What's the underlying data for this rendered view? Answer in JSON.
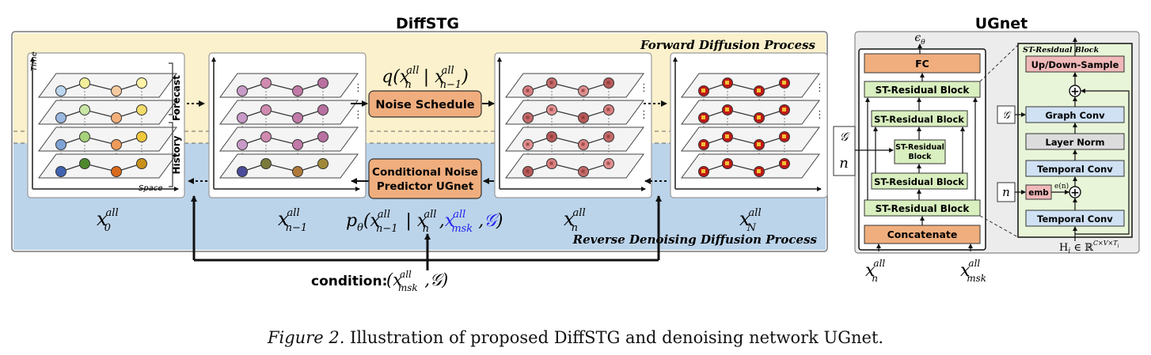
{
  "titles": {
    "diffstg": "DiffSTG",
    "ugnet": "UGnet"
  },
  "process_labels": {
    "forward": "Forward Diffusion Process",
    "reverse": "Reverse Denoising Diffusion Process"
  },
  "axis_labels": {
    "time": "Time",
    "space": "Space",
    "forecast": "Forecast",
    "history": "History"
  },
  "blocks": {
    "noise_schedule": "Noise Schedule",
    "predictor_line1": "Conditional Noise",
    "predictor_line2": "Predictor UGnet"
  },
  "formulas": {
    "q_prefix": "q(x",
    "q_sub_n": "n",
    "q_sup": "all",
    "q_bar": " | x",
    "q_sub_n1": "n−1",
    "q_close": ")",
    "p_prefix": "p",
    "p_theta": "θ",
    "p_open": "(x",
    "p_sub_n1": "n−1",
    "p_bar": " | x",
    "p_sub_n": "n",
    "p_comma": " ,",
    "p_msk_x": "x",
    "p_msk_sup": "all",
    "p_msk_sub": "msk",
    "p_g": "𝒢",
    "p_close": ")",
    "condition_label": "condition:",
    "condition_open": "(x",
    "condition_sup": "all",
    "condition_sub": "msk",
    "condition_rest": " ,𝒢)"
  },
  "stack_labels": [
    {
      "main": "x",
      "sup": "all",
      "sub": "0"
    },
    {
      "main": "x",
      "sup": "all",
      "sub": "n−1"
    },
    {
      "main": "x",
      "sup": "all",
      "sub": "n"
    },
    {
      "main": "x",
      "sup": "all",
      "sub": "N"
    }
  ],
  "ugnet": {
    "epsilon_main": "ϵ",
    "epsilon_sub": "θ",
    "fc": "FC",
    "st_residual_block": "ST-Residual Block",
    "st_residual_inner_1": "ST-Residual",
    "st_residual_inner_2": "Block",
    "concatenate": "Concatenate",
    "g_symbol": "𝒢",
    "n_symbol": "n",
    "input_xn_main": "x",
    "input_xn_sup": "all",
    "input_xn_sub": "n",
    "input_xmsk_main": "x",
    "input_xmsk_sup": "all",
    "input_xmsk_sub": "msk"
  },
  "st_block": {
    "title": "ST-Residual Block",
    "up_down": "Up/Down-Sample",
    "graph_conv": "Graph Conv",
    "layer_norm": "Layer Norm",
    "temporal_conv_top": "Temporal Conv",
    "emb": "emb",
    "en_label": "e(n)",
    "temporal_conv_bottom": "Temporal Conv",
    "g_symbol": "𝒢",
    "n_symbol": "n",
    "plus": "+",
    "h_label": "H",
    "h_sub": "i",
    "h_rest": " ∈ ℝ",
    "h_sup": "C×V×T",
    "h_sup_sub": "i"
  },
  "caption": {
    "label": "Figure 2.",
    "text": " Illustration of proposed DiffSTG and denoising network UGnet."
  },
  "colors": {
    "forward_bg": "#fbf1cc",
    "reverse_bg": "#bcd4ea",
    "orange_block": "#f0ae7e",
    "green_block": "#d9efbf",
    "green_panel": "#e8f5d8",
    "blue_block": "#cfe1f3",
    "gray_block": "#dcdcdc",
    "pink_block": "#f0b8b8",
    "blue_text": "#2222ee"
  }
}
